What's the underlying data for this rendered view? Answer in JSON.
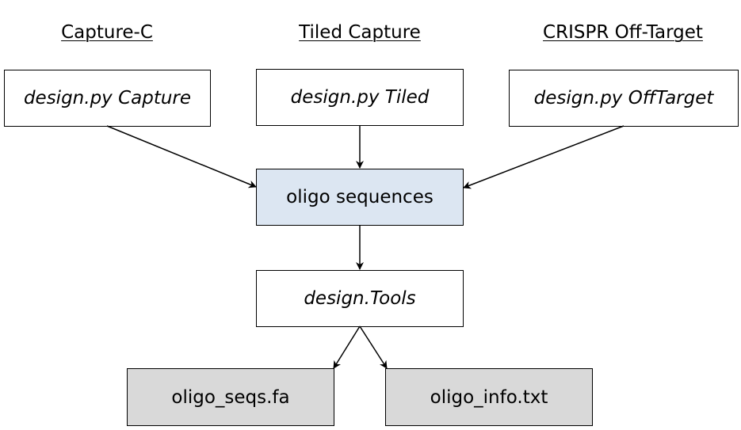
{
  "headings": {
    "capture_c": "Capture-C",
    "tiled_capture": "Tiled Capture",
    "crispr_off_target": "CRISPR Off-Target"
  },
  "boxes": {
    "design_capture": "design.py Capture",
    "design_tiled": "design.py Tiled",
    "design_offtarget": "design.py OffTarget",
    "oligo_sequences": "oligo sequences",
    "design_tools": "design.Tools",
    "oligo_seqs_fa": "oligo_seqs.fa",
    "oligo_info_txt": "oligo_info.txt"
  },
  "colors": {
    "oligo_sequences_fill": "#dce6f2",
    "output_file_fill": "#d9d9d9",
    "stroke": "#000000"
  }
}
